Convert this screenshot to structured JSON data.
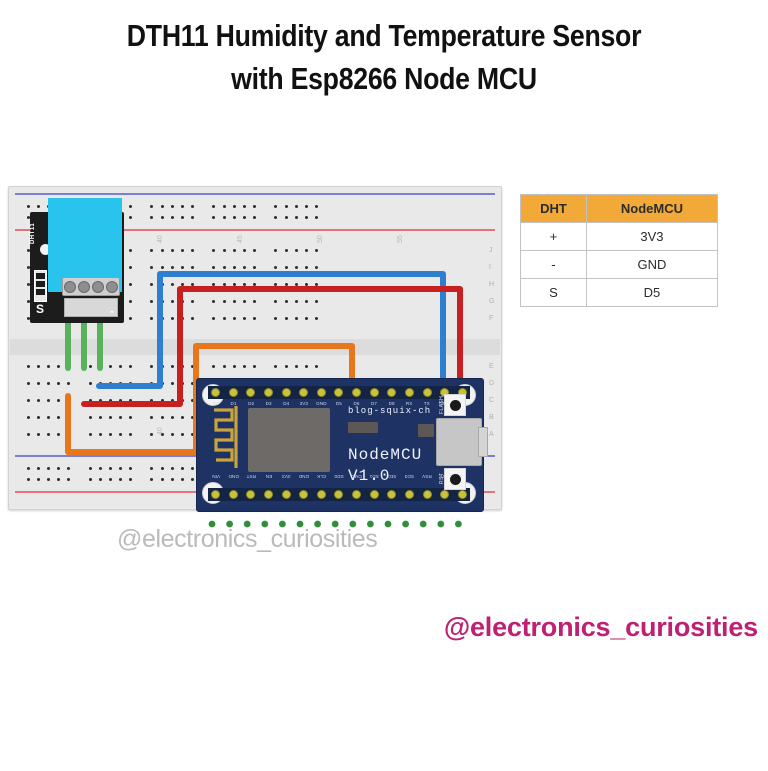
{
  "title": {
    "line1": "DTH11 Humidity and Temperature Sensor",
    "line2": "with Esp8266 Node MCU"
  },
  "pin_table": {
    "headers": [
      "DHT",
      "NodeMCU"
    ],
    "rows": [
      [
        "+",
        "3V3"
      ],
      [
        "-",
        "GND"
      ],
      [
        "S",
        "D5"
      ]
    ]
  },
  "dht_module": {
    "label_signal": "S",
    "label_ground": "-",
    "label_side": "DHT11"
  },
  "nodemcu": {
    "silk_url": "blog-squix-ch",
    "silk_name": "NodeMCU",
    "silk_version": "V1.0",
    "flash_button": "FLASH",
    "reset_button": "RST",
    "pins_top": [
      "D0",
      "D1",
      "D2",
      "D3",
      "D4",
      "3V3",
      "GND",
      "D5",
      "D6",
      "D7",
      "D8",
      "RX",
      "TX",
      "GND",
      "3V3"
    ],
    "pins_bottom": [
      "A0",
      "RSV",
      "RSV",
      "SD3",
      "SD2",
      "SD1",
      "CMD",
      "SD0",
      "CLK",
      "GND",
      "3V3",
      "EN",
      "RST",
      "GND",
      "VIN"
    ]
  },
  "breadboard": {
    "row_markers": [
      "40",
      "45",
      "50",
      "55"
    ],
    "column_letters_top": [
      "J",
      "I",
      "H",
      "G",
      "F"
    ],
    "column_letters_bottom": [
      "E",
      "D",
      "C",
      "B",
      "A"
    ],
    "watermark": "@electronics_curiosities"
  },
  "footer": {
    "handle": "@electronics_curiosities"
  },
  "colors": {
    "table_header": "#f2a938",
    "handle": "#be2074",
    "wire_blue": "#2f7fd1",
    "wire_red": "#c62020",
    "wire_orange": "#e8761b",
    "wire_green": "#59b25b",
    "pcb_blue": "#1e3263",
    "sensor_cyan": "#29c4ee"
  }
}
